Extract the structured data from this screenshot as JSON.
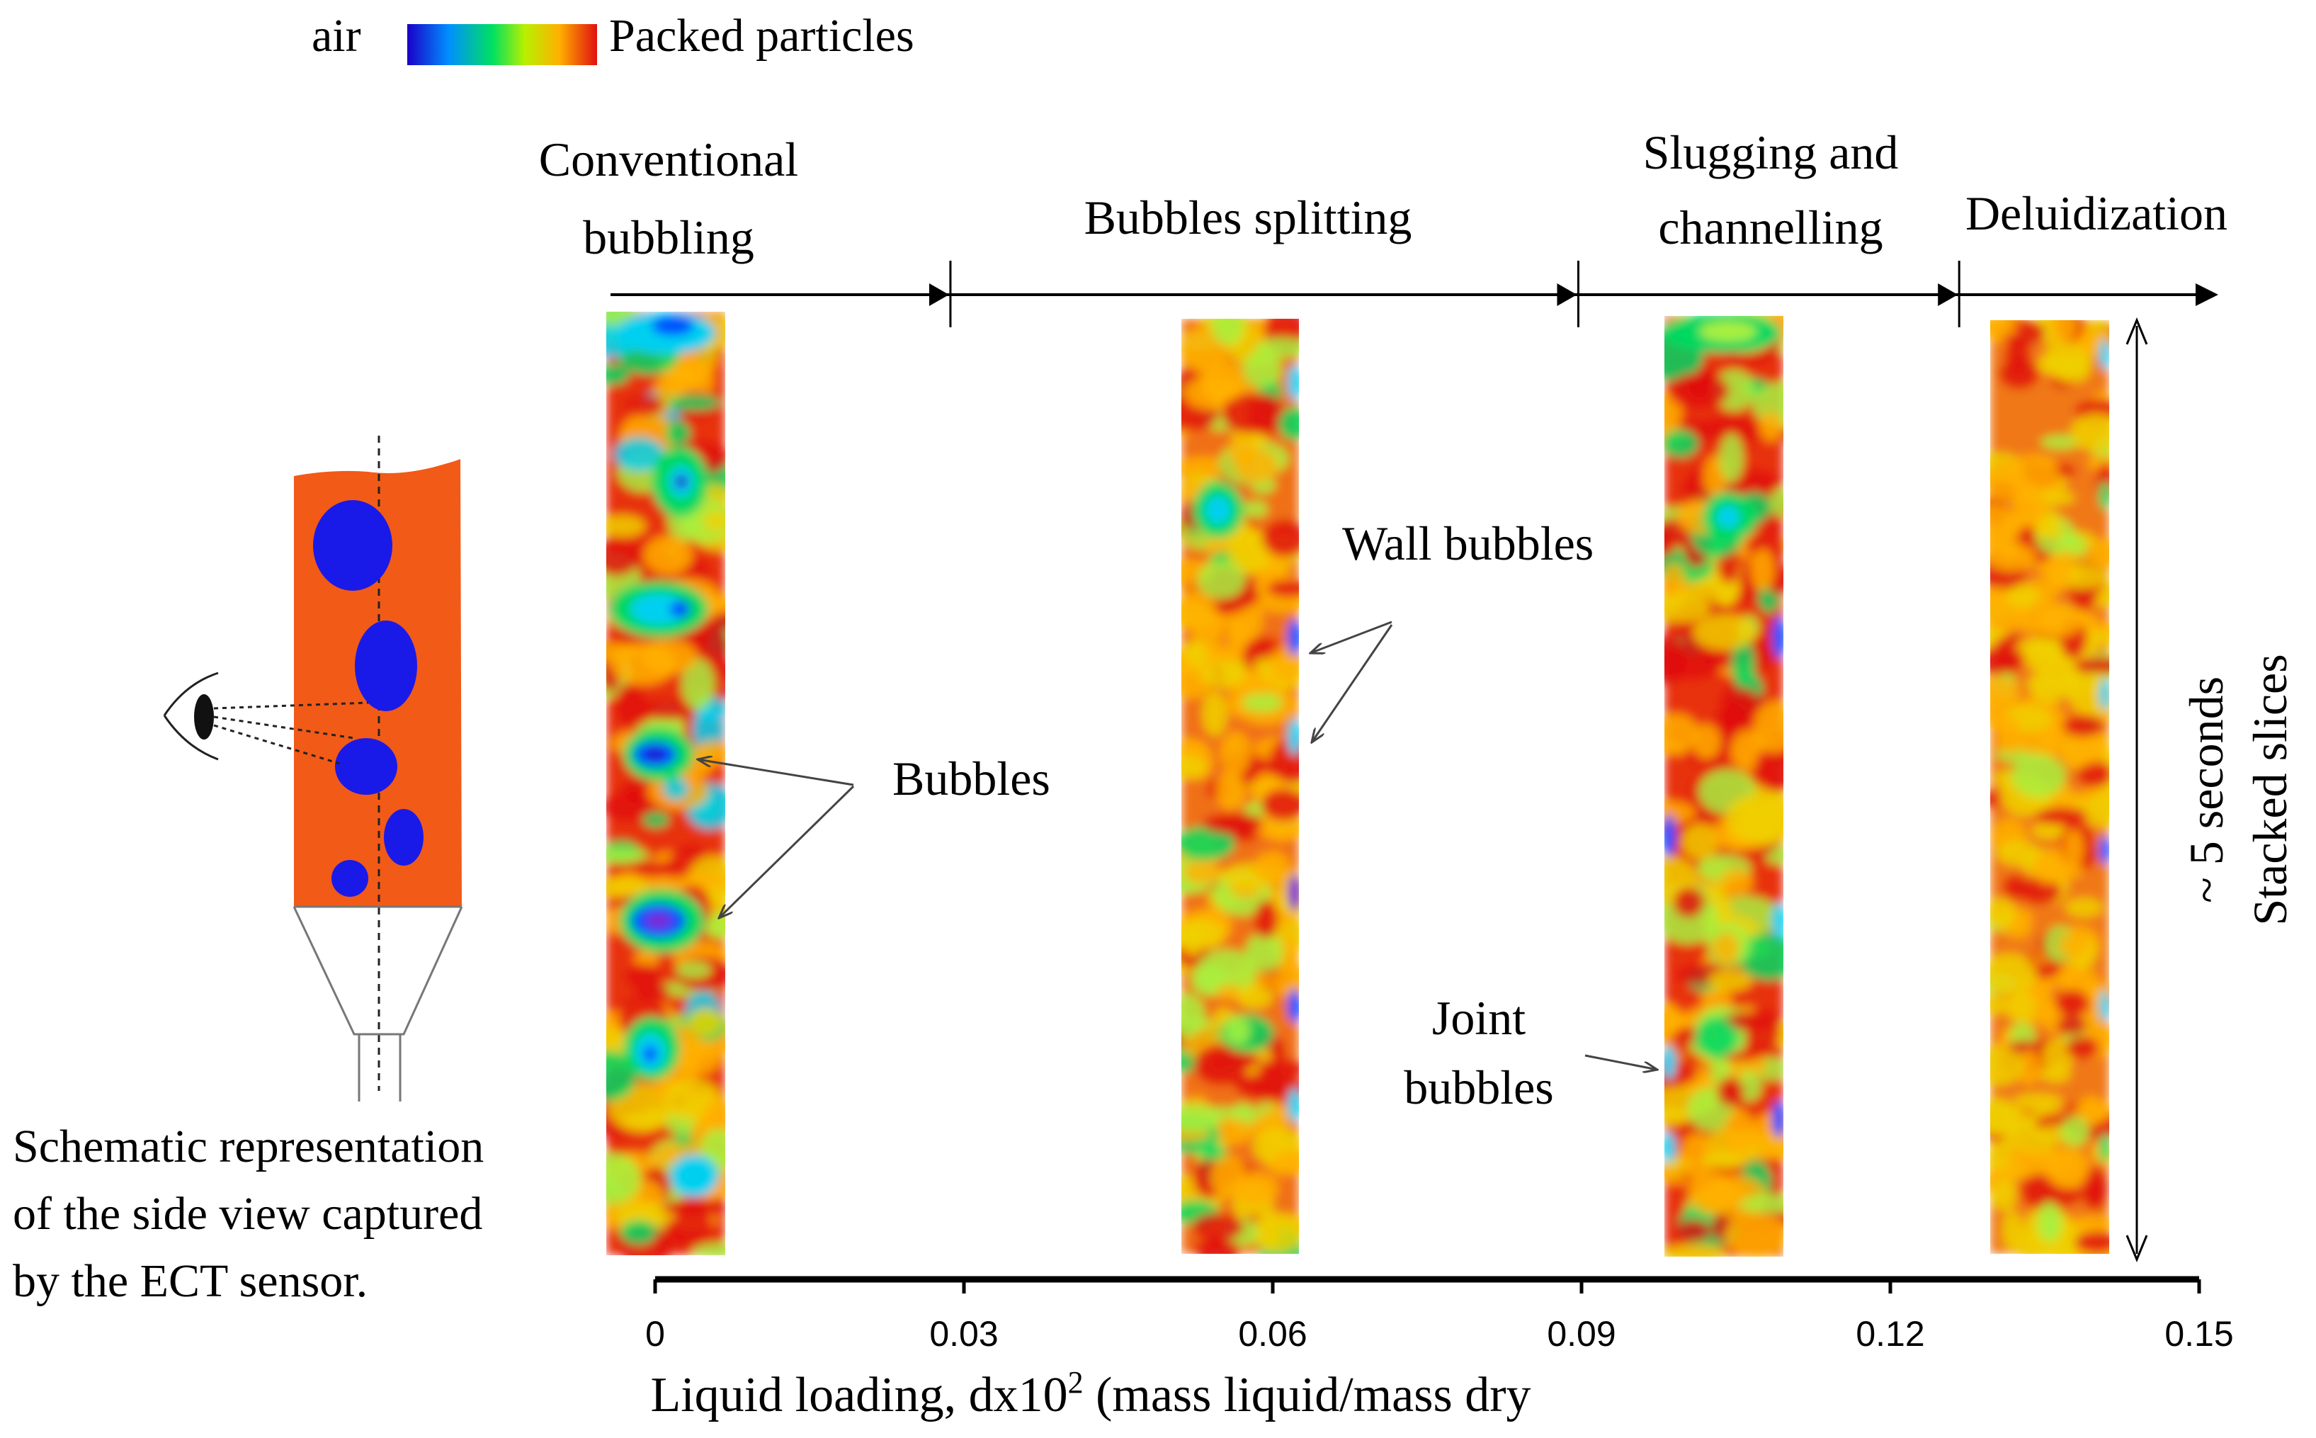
{
  "legend": {
    "low_label": "air",
    "high_label": "Packed particles",
    "gradient_colors": [
      "#1a00c8",
      "#0090ff",
      "#00e060",
      "#b8f000",
      "#ffb000",
      "#e01010"
    ]
  },
  "regimes": [
    {
      "line1": "Conventional",
      "line2": "bubbling"
    },
    {
      "line1": "Bubbles splitting",
      "line2": ""
    },
    {
      "line1": "Slugging and",
      "line2": "channelling"
    },
    {
      "line1": "Deluidization",
      "line2": ""
    }
  ],
  "boundaries": [
    0.028,
    0.089,
    0.126
  ],
  "axis": {
    "ticks": [
      "0",
      "0.03",
      "0.06",
      "0.09",
      "0.12",
      "0.15"
    ],
    "min": 0,
    "max": 0.15,
    "label_prefix": "Liquid loading, dx10",
    "label_sup": "2",
    "label_suffix": " (mass liquid/mass dry"
  },
  "annotations": {
    "bubbles": "Bubbles",
    "wall_bubbles": "Wall bubbles",
    "joint_line1": "Joint",
    "joint_line2": "bubbles",
    "time_line1": "~ 5 seconds",
    "time_line2": "Stacked slices"
  },
  "schematic_caption": [
    "Schematic representation",
    "of the side view captured",
    "by the ECT sensor."
  ],
  "colors": {
    "bed": "#f25a18",
    "bubble": "#1a1ae8",
    "particles_red": "#e01010",
    "particles_orange": "#ffb000",
    "air_blue": "#1a00c8"
  }
}
